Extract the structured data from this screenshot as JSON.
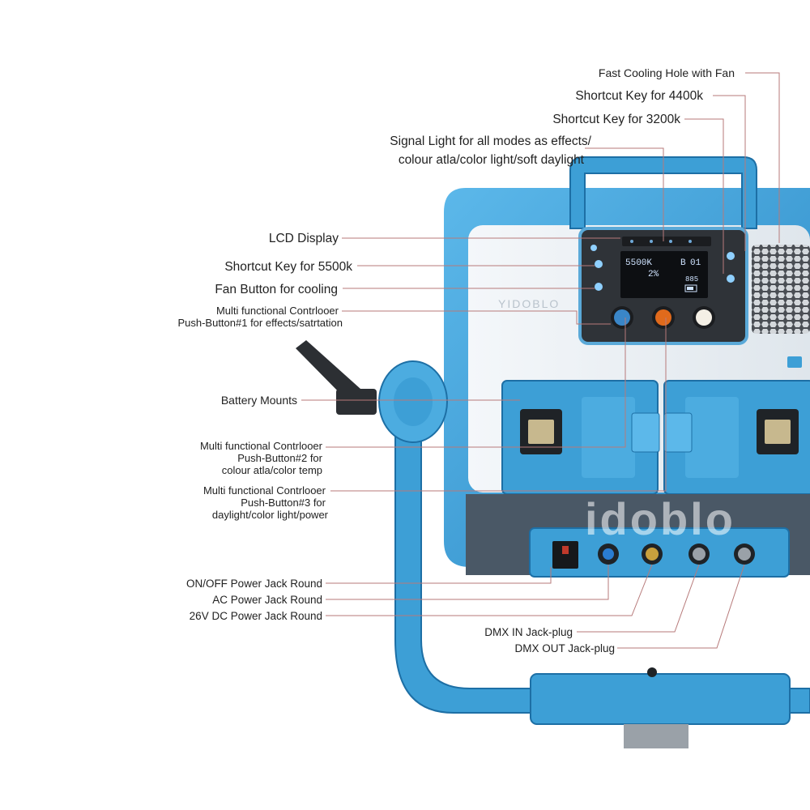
{
  "brand": {
    "watermark": "idoblo",
    "panel_logo": "YIDOBLO"
  },
  "display": {
    "cct": "5500K",
    "channel": "B",
    "address": "01",
    "intensity": "2%",
    "readout": "885"
  },
  "colors": {
    "body": "#3d9fd6",
    "body_dark": "#1d6fa5",
    "panel": "#dfe7ee",
    "leader": "#b77a7a",
    "display_bg": "#0d0f12",
    "lcd": "#cfe3ff"
  },
  "labels": {
    "fast_cooling": "Fast Cooling Hole with Fan",
    "key_4400": "Shortcut Key for 4400k",
    "key_3200": "Shortcut Key for 3200k",
    "signal_1": "Signal Light for all modes as effects/",
    "signal_2": "colour atla/color light/soft daylight",
    "lcd": "LCD Display",
    "key_5500": "Shortcut Key for 5500k",
    "fan_button": "Fan Button for cooling",
    "ctrl1_1": "Multi functional Contrlooer",
    "ctrl1_2": "Push-Button#1 for effects/satrtation",
    "battery": "Battery Mounts",
    "ctrl2_1": "Multi functional Contrlooer",
    "ctrl2_2": "Push-Button#2 for",
    "ctrl2_3": "colour atla/color temp",
    "ctrl3_1": "Multi functional Contrlooer",
    "ctrl3_2": "Push-Button#3 for",
    "ctrl3_3": "daylight/color light/power",
    "onoff": "ON/OFF Power Jack Round",
    "ac": "AC Power Jack Round",
    "dc": "26V DC Power Jack Round",
    "dmx_in": "DMX IN Jack-plug",
    "dmx_out": "DMX OUT Jack-plug"
  }
}
